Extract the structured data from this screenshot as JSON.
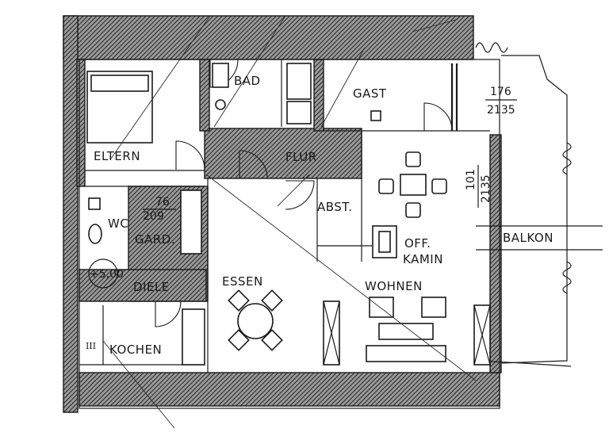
{
  "rooms": {
    "bad": "BAD",
    "gast": "GAST",
    "eltern": "ELTERN",
    "flur": "FLUR",
    "abst": "ABST.",
    "wc": "WC",
    "gard": "GARD.",
    "diele": "DIELE",
    "essen": "ESSEN",
    "off": "OFF.",
    "kamin": "KAMIN",
    "wohnen": "WOHNEN",
    "kochen": "KOCHEN",
    "balkon": "BALKON"
  },
  "dimensions": {
    "gast_width": "176",
    "gast_height": "2135",
    "wohnen_width": "101",
    "wohnen_height": "2135",
    "wc_width": "76",
    "wc_height": "209",
    "level": "+5,00"
  },
  "marks": {
    "stair": "III"
  }
}
